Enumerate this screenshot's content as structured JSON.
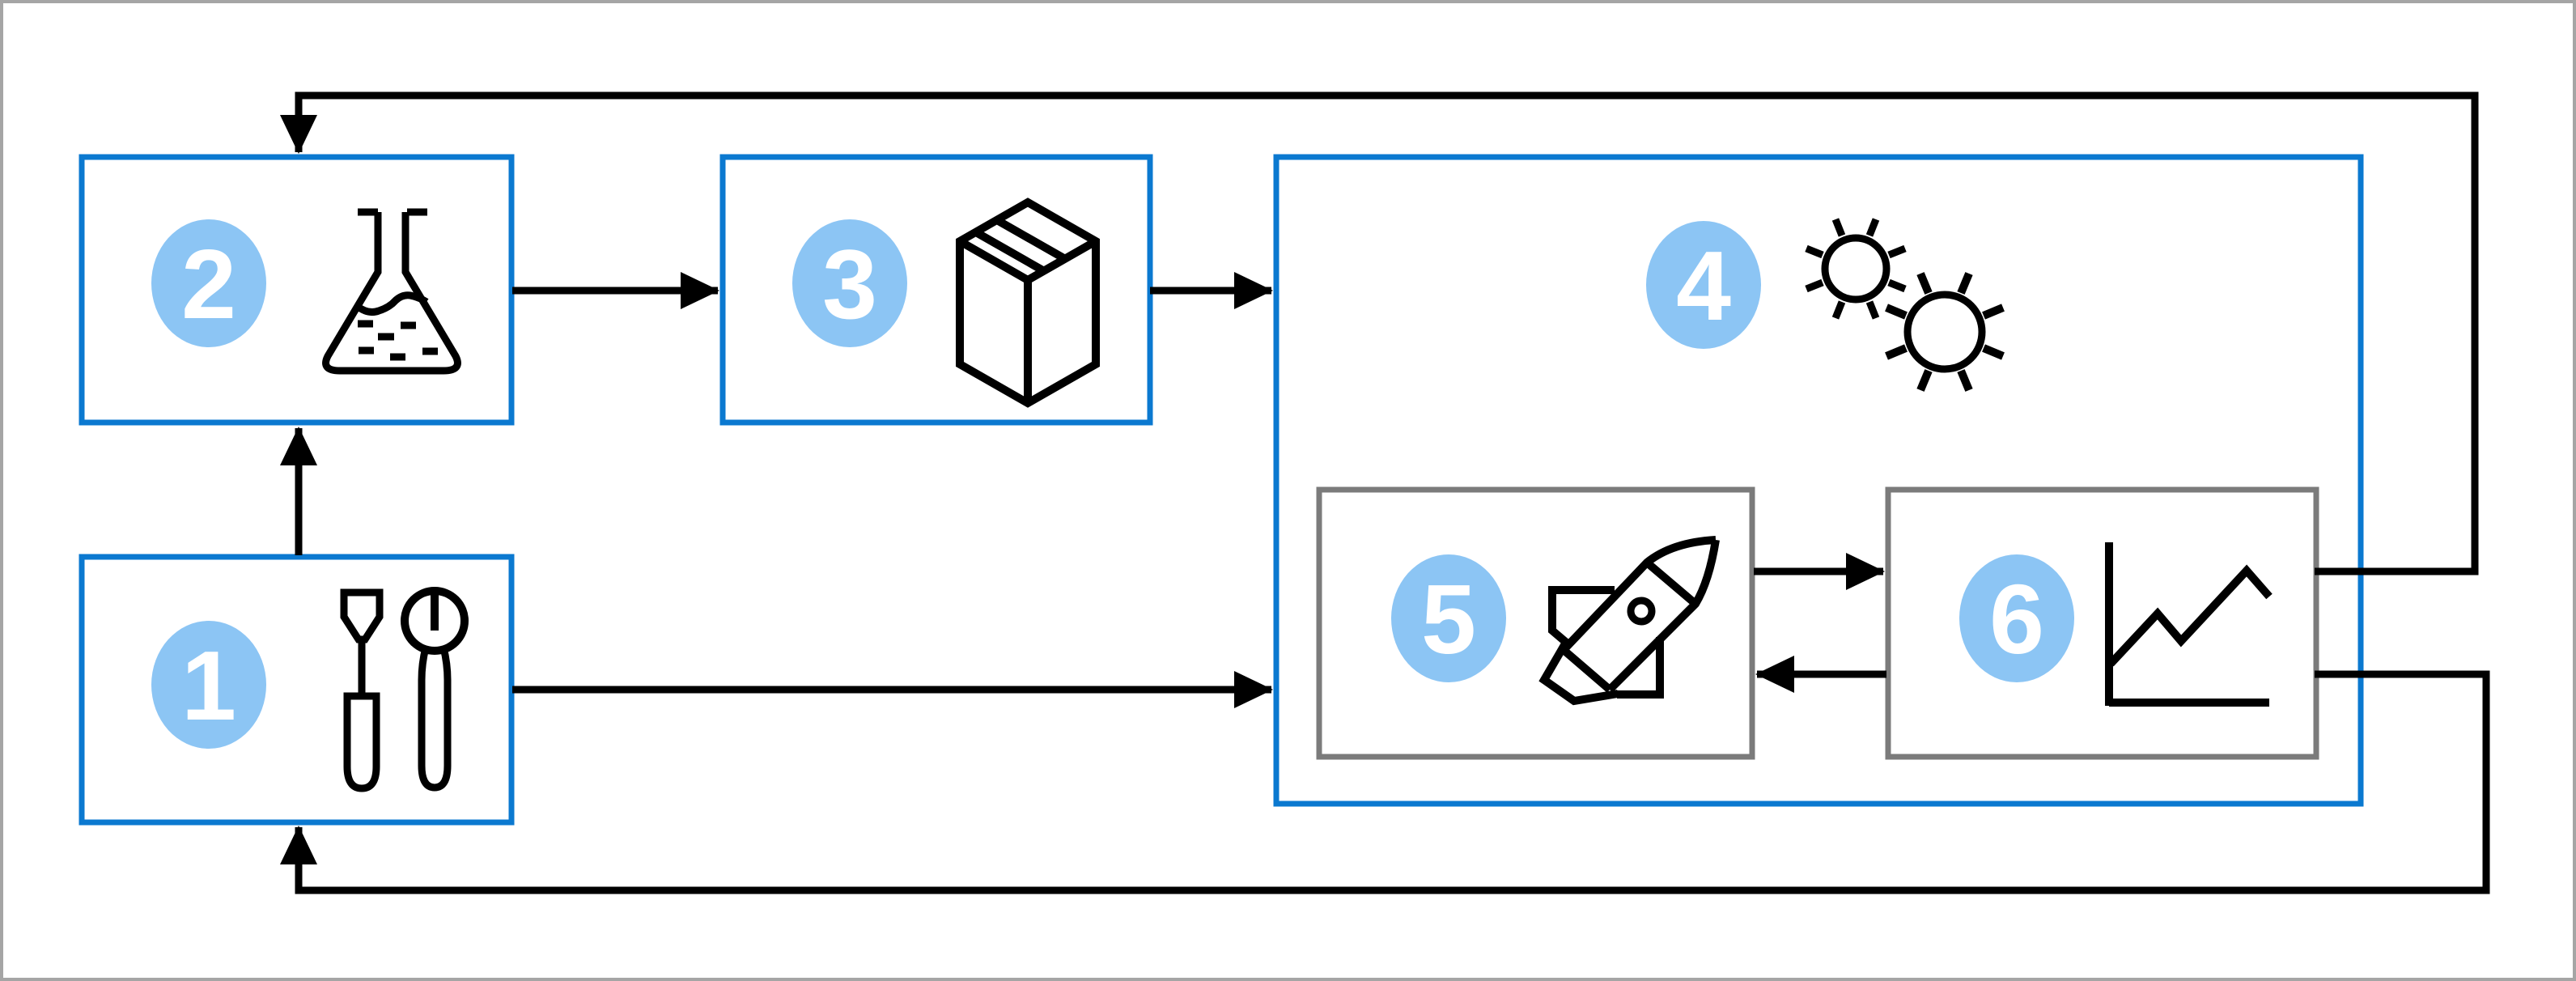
{
  "diagram": {
    "type": "process-flow-diagram",
    "background": "#ffffff"
  },
  "colors": {
    "accent": "#0b79d0",
    "badge": "#8cc5f4",
    "badge_text": "#ffffff",
    "line": "#000000",
    "inner_border": "#7b7b7b",
    "frame": "#a5a5a5"
  },
  "nodes": [
    {
      "id": "step-1",
      "number": "1",
      "icon": "tools-icon",
      "border": "blue"
    },
    {
      "id": "step-2",
      "number": "2",
      "icon": "flask-icon",
      "border": "blue"
    },
    {
      "id": "step-3",
      "number": "3",
      "icon": "package-icon",
      "border": "blue"
    },
    {
      "id": "step-4",
      "number": "4",
      "icon": "suns-icon",
      "border": "blue",
      "contains": [
        "step-5",
        "step-6"
      ]
    },
    {
      "id": "step-5",
      "number": "5",
      "icon": "rocket-icon",
      "border": "gray"
    },
    {
      "id": "step-6",
      "number": "6",
      "icon": "chart-icon",
      "border": "gray"
    }
  ],
  "edges": [
    {
      "from": "step-1",
      "to": "step-2",
      "kind": "arrow"
    },
    {
      "from": "step-2",
      "to": "step-3",
      "kind": "arrow"
    },
    {
      "from": "step-3",
      "to": "step-4",
      "kind": "arrow"
    },
    {
      "from": "step-1",
      "to": "step-4",
      "kind": "arrow"
    },
    {
      "from": "step-5",
      "to": "step-6",
      "kind": "arrow"
    },
    {
      "from": "step-6",
      "to": "step-5",
      "kind": "arrow"
    },
    {
      "from": "step-6",
      "to": "step-2",
      "kind": "feedback-loop-top"
    },
    {
      "from": "step-6",
      "to": "step-1",
      "kind": "feedback-loop-bottom"
    }
  ]
}
